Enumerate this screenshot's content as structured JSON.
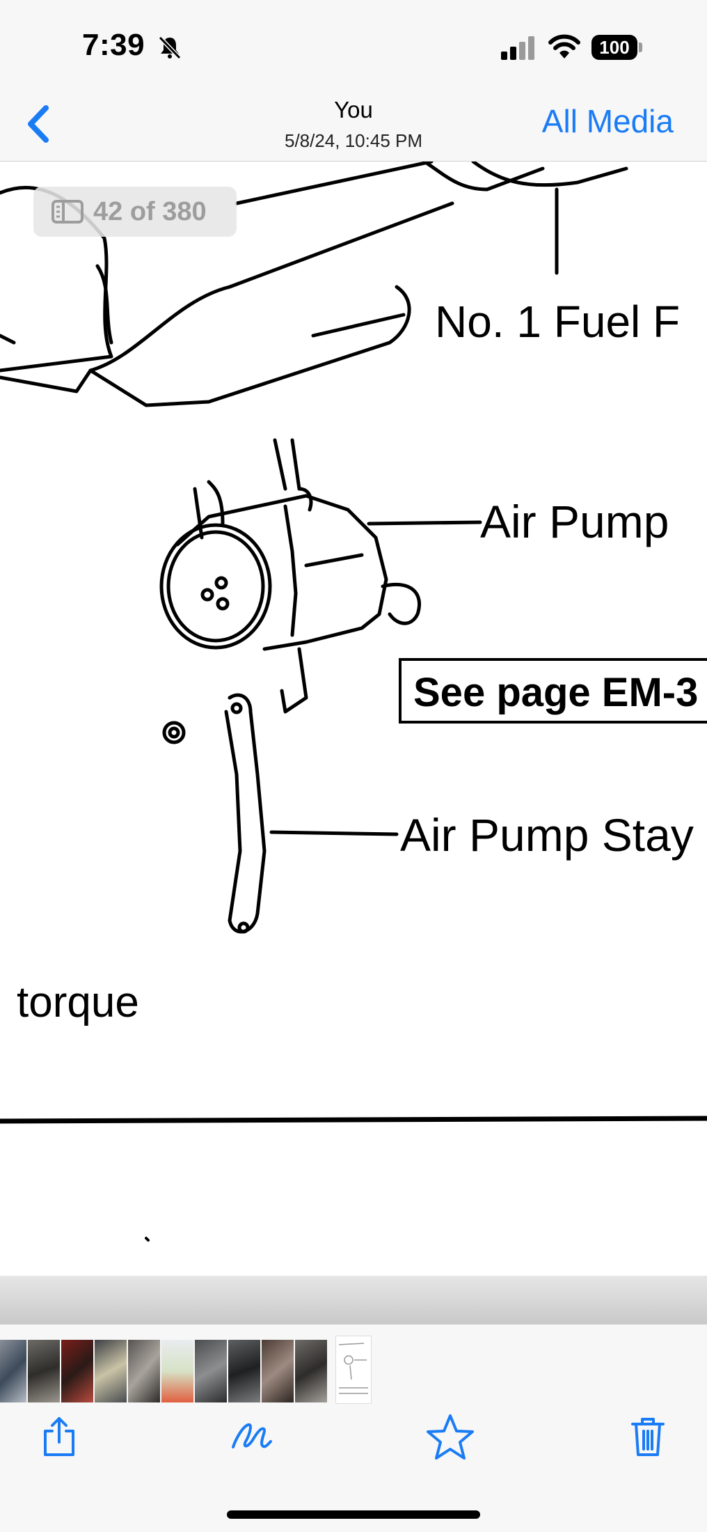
{
  "status_bar": {
    "time": "7:39",
    "battery": "100"
  },
  "nav": {
    "title": "You",
    "subtitle": "5/8/24, 10:45 PM",
    "all_media_label": "All Media"
  },
  "page_counter": {
    "label": "42 of 380"
  },
  "diagram": {
    "label_fuel": "No. 1 Fuel F",
    "label_air_pump": "Air Pump",
    "label_see_page": "See page EM-3",
    "label_air_pump_stay": "Air Pump Stay",
    "label_torque": "torque"
  },
  "toolbar": {
    "share": "share-icon",
    "markup": "markup-icon",
    "favorite": "star-icon",
    "delete": "trash-icon"
  },
  "colors": {
    "accent": "#1a7cf5",
    "bar_background": "#f7f7f7"
  }
}
